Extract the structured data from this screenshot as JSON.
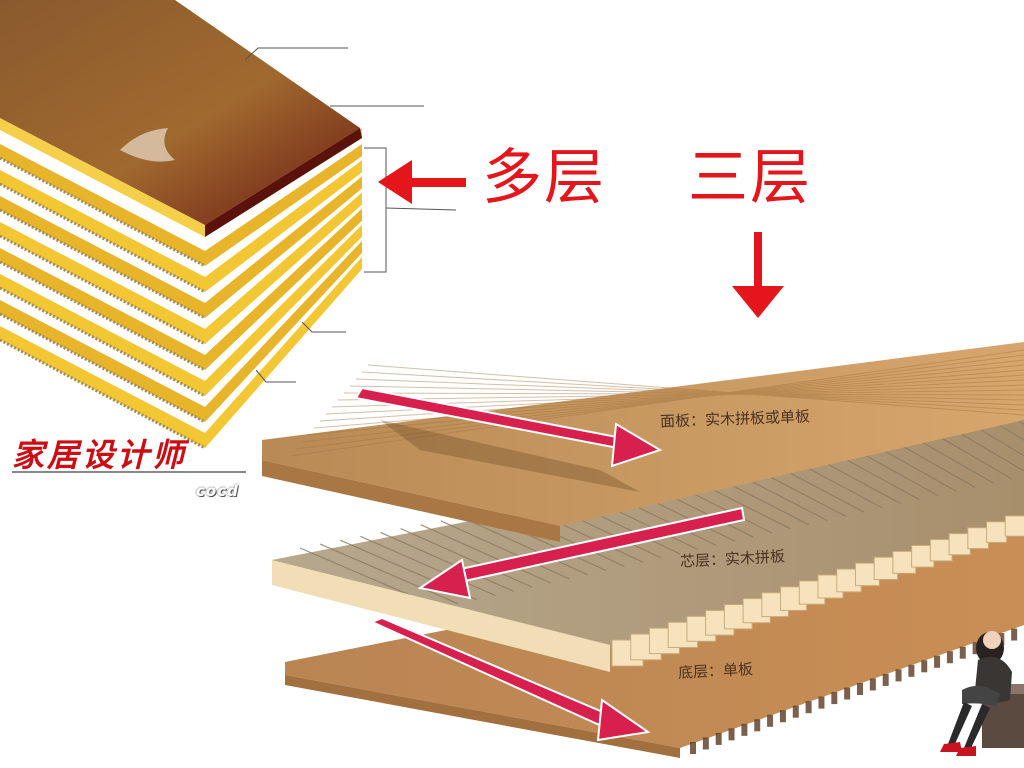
{
  "labels": {
    "multi_layer": "多层",
    "three_layer": "三层"
  },
  "layers": {
    "face": "面板：实木拼板或单板",
    "core": "芯层：实木拼板",
    "bottom": "底层：单板"
  },
  "brand": {
    "logo": "家居设计师",
    "tag": "cocd"
  },
  "colors": {
    "arrow_red": "#e4161b",
    "veneer_dark": "#7a1a10",
    "ply_yellow": "#f2c733",
    "wood_light": "#c8955e"
  }
}
